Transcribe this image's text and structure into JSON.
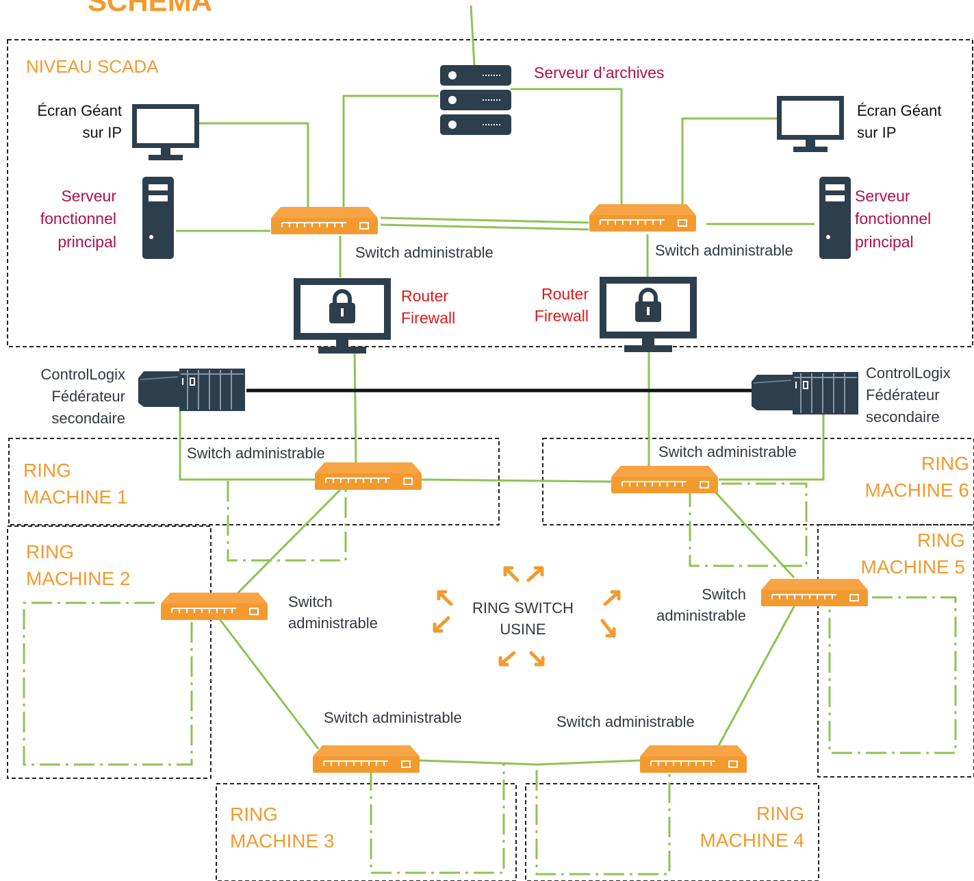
{
  "title": "SCHEMA",
  "zones": {
    "scada": "NIVEAU SCADA",
    "ring1": [
      "RING",
      "MACHINE 1"
    ],
    "ring2": [
      "RING",
      "MACHINE 2"
    ],
    "ring3": [
      "RING",
      "MACHINE 3"
    ],
    "ring4": [
      "RING",
      "MACHINE 4"
    ],
    "ring5": [
      "RING",
      "MACHINE 5"
    ],
    "ring6": [
      "RING",
      "MACHINE 6"
    ]
  },
  "labels": {
    "archive_server": "Serveur d’archives",
    "giant_screen_left": [
      "Écran Géant",
      "sur IP"
    ],
    "giant_screen_right": [
      "Écran Géant",
      "sur IP"
    ],
    "func_server_left": [
      "Serveur",
      "fonctionnel",
      "principal"
    ],
    "func_server_right": [
      "Serveur",
      "fonctionnel",
      "principal"
    ],
    "switch_scada_left": "Switch administrable",
    "switch_scada_right": "Switch administrable",
    "router_left": [
      "Router",
      "Firewall"
    ],
    "router_right": [
      "Router",
      "Firewall"
    ],
    "controllogix_left": [
      "ControlLogix",
      "Fédérateur",
      "secondaire"
    ],
    "controllogix_right": [
      "ControlLogix",
      "Fédérateur",
      "secondaire"
    ],
    "switch_ring1": "Switch administrable",
    "switch_ring6": "Switch administrable",
    "switch_ring2": [
      "Switch",
      "administrable"
    ],
    "switch_ring5": [
      "Switch",
      "administrable"
    ],
    "switch_ring3": "Switch administrable",
    "switch_ring4": "Switch administrable",
    "center_ring": [
      "RING SWITCH",
      "USINE"
    ]
  },
  "colors": {
    "link_green": "#8dc353",
    "switch_orange": "#f39a2f",
    "device_dark": "#2d3e4d",
    "zone_border": "#222222"
  }
}
